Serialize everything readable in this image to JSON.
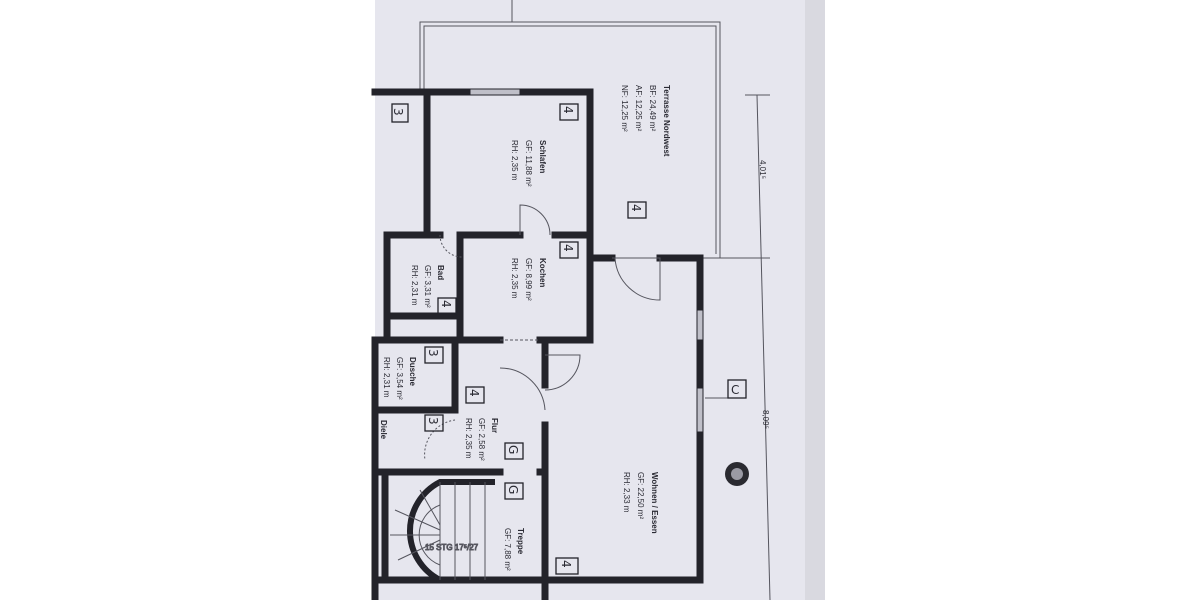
{
  "rooms": {
    "terrasse": {
      "title": "Terrasse Nordwest",
      "lines": [
        "BF:   24,49 m²",
        "AF:   12,25 m²",
        "NF:   12,25 m²"
      ],
      "marker": "4"
    },
    "schlafen": {
      "title": "Schlafen",
      "lines": [
        "GF: 11,88 m²",
        "RH: 2,35 m"
      ],
      "marker": "4"
    },
    "kochen": {
      "title": "Kochen",
      "lines": [
        "GF: 8,99 m²",
        "RH: 2,35 m"
      ],
      "marker": "4"
    },
    "bad": {
      "title": "Bad",
      "lines": [
        "GF: 3,31 m²",
        "RH: 2,31 m"
      ],
      "marker": "4"
    },
    "dusche": {
      "title": "Dusche",
      "lines": [
        "GF: 3,54 m²",
        "RH: 2,31 m"
      ],
      "marker": "3"
    },
    "diele": {
      "title": "Diele",
      "marker": "3"
    },
    "flur": {
      "title": "Flur",
      "lines": [
        "GF: 2,58 m²",
        "RH: 2,35 m"
      ],
      "marker": "4",
      "marker2": "G"
    },
    "treppe": {
      "title": "Treppe",
      "lines": [
        "GF: 7,88 m²"
      ],
      "marker": "G",
      "stairs": "15 STG 17⁵/27"
    },
    "wohnen": {
      "title": "Wohnen / Essen",
      "lines": [
        "GF:    22,50 m²",
        "RH:    2,33 m"
      ],
      "marker": "4"
    },
    "left": {
      "marker": "3"
    }
  },
  "dimensions": {
    "upper": "4,01⁵",
    "lower": "8,09⁵"
  },
  "section_marker": "C",
  "colors": {
    "paper": "#e6e6ee",
    "ink": "#23232a"
  }
}
